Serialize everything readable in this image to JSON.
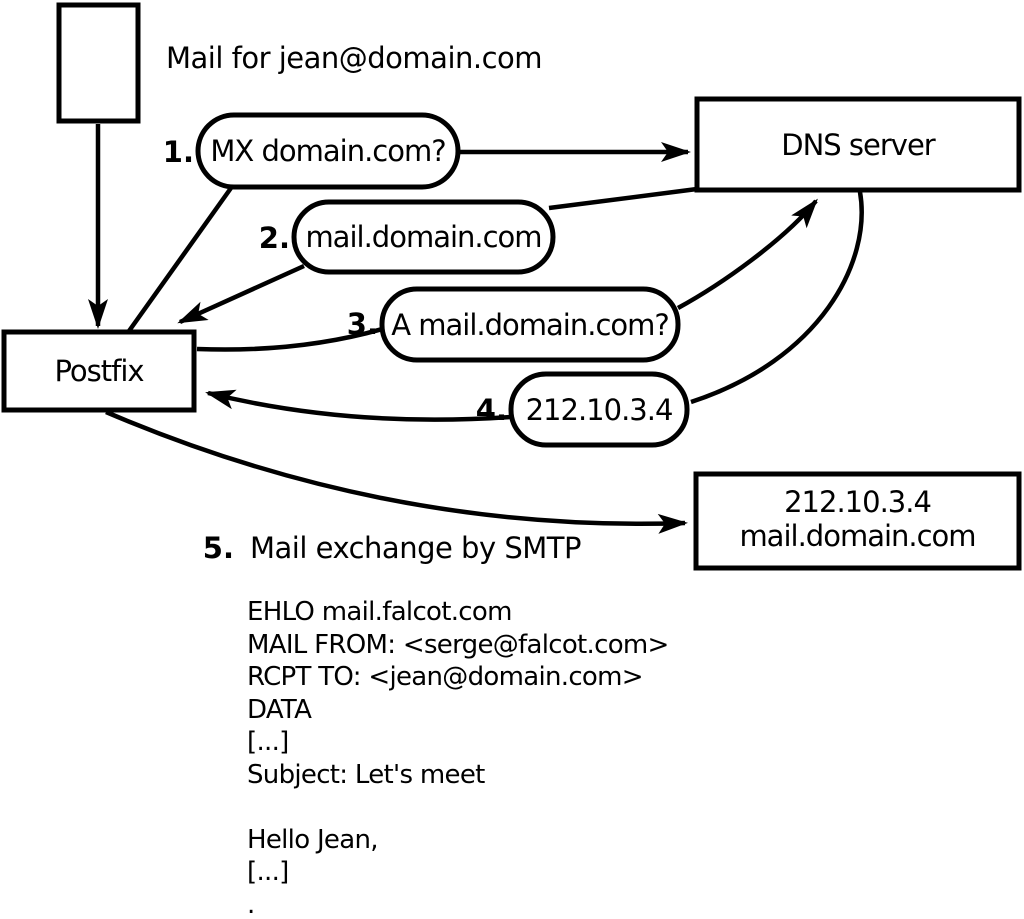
{
  "diagram": {
    "title": "Mail for jean@domain.com",
    "nodes": {
      "postfix": {
        "label": "Postfix"
      },
      "dns": {
        "label": "DNS server"
      },
      "mailserver": {
        "line1": "212.10.3.4",
        "line2": "mail.domain.com"
      }
    },
    "steps": [
      {
        "num": "1.",
        "label": "MX domain.com?"
      },
      {
        "num": "2.",
        "label": "mail.domain.com"
      },
      {
        "num": "3.",
        "label": "A mail.domain.com?"
      },
      {
        "num": "4.",
        "label": "212.10.3.4"
      },
      {
        "num": "5.",
        "label": "Mail exchange by SMTP"
      }
    ],
    "smtp_session": "EHLO mail.falcot.com\nMAIL FROM: <serge@falcot.com>\nRCPT TO: <jean@domain.com>\nDATA\n[...]\nSubject: Let's meet\n\nHello Jean,\n[...]\n."
  },
  "colors": {
    "stroke": "#000000",
    "background": "#ffffff"
  }
}
